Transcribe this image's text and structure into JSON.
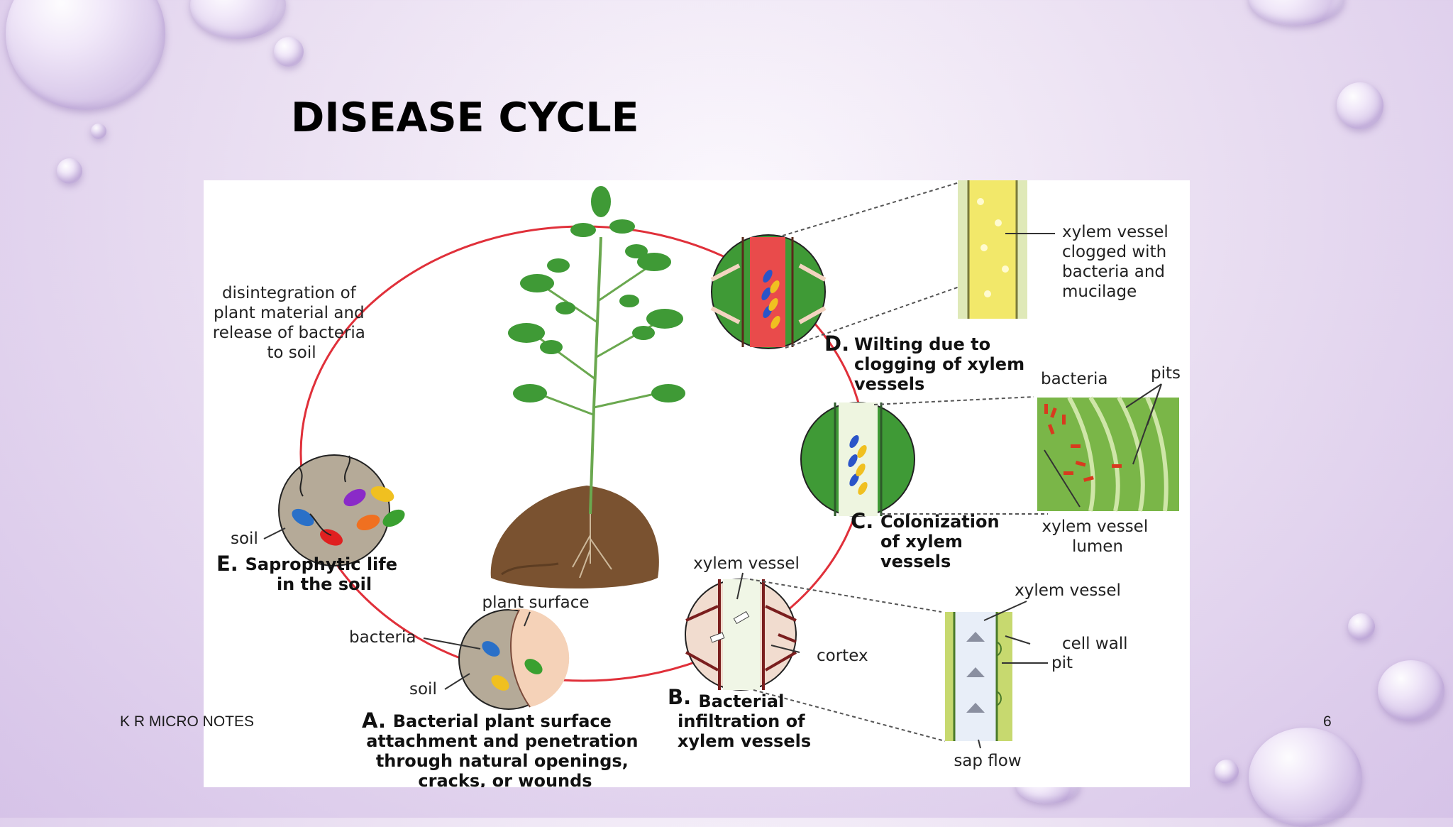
{
  "slide": {
    "title": "DISEASE CYCLE",
    "footer_left": "K R MICRO NOTES",
    "page_number": "6"
  },
  "diagram": {
    "top_left_note": [
      "disintegration of",
      "plant material and",
      "release of bacteria",
      "to soil"
    ],
    "stage_d": {
      "letter": "D.",
      "caption": [
        "Wilting due to",
        "clogging of xylem",
        "vessels"
      ],
      "detail_label": [
        "xylem vessel",
        "clogged with",
        "bacteria and",
        "mucilage"
      ]
    },
    "stage_c": {
      "letter": "C.",
      "caption": [
        "Colonization",
        "of xylem",
        "vessels"
      ],
      "label_bacteria": "bacteria",
      "label_pits": "pits",
      "label_lumen": [
        "xylem vessel",
        "lumen"
      ]
    },
    "stage_b": {
      "letter": "B.",
      "caption": [
        "Bacterial",
        "infiltration of",
        "xylem vessels"
      ],
      "label_xylem_vessel": "xylem vessel",
      "label_cortex": "cortex",
      "detail_xylem_vessel": "xylem vessel",
      "detail_cell_wall": "cell wall",
      "detail_pit": "pit",
      "detail_sap_flow": "sap flow"
    },
    "stage_a": {
      "letter": "A.",
      "caption": [
        "Bacterial plant surface",
        "attachment and penetration",
        "through natural openings,",
        "cracks, or wounds"
      ],
      "label_plant_surface": "plant surface",
      "label_bacteria": "bacteria",
      "label_soil": "soil"
    },
    "stage_e": {
      "letter": "E.",
      "caption": [
        "Saprophytic life",
        "in the soil"
      ],
      "label_soil": "soil"
    },
    "colors": {
      "cycle_ring": "#e0303a",
      "leaf": "#3f9a36",
      "xylem_clogged": "#f2e86a",
      "soil": "#7a5230"
    }
  }
}
